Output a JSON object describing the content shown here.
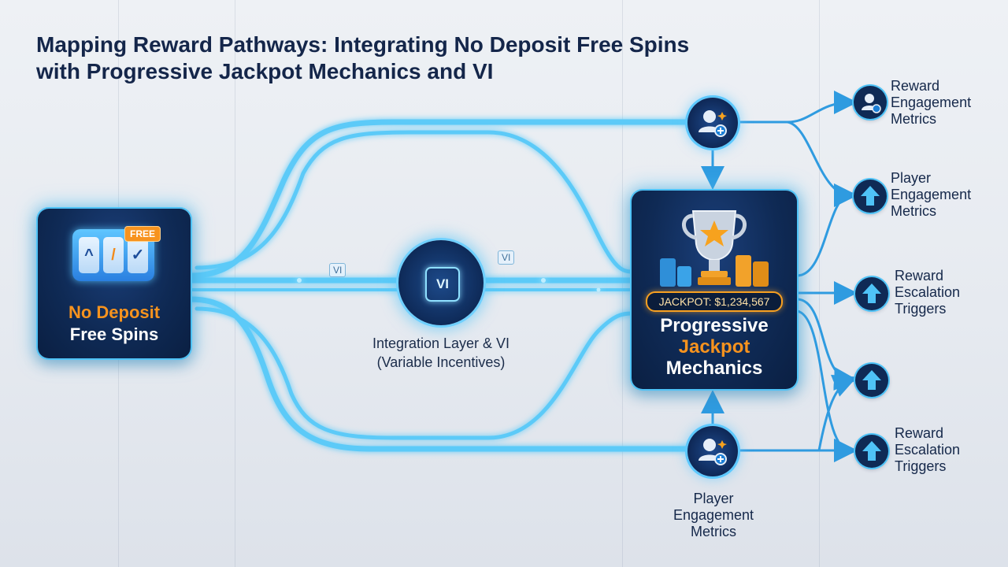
{
  "title": {
    "line1": "Mapping Reward Pathways: Integrating No Deposit Free Spins",
    "line2": "with Progressive Jackpot Mechanics and VI"
  },
  "source": {
    "badge": "FREE",
    "label_line1": "No Deposit",
    "label_line2": "Free Spins"
  },
  "integration": {
    "chip": "VI",
    "tags": [
      "VI",
      "VI",
      "VI"
    ],
    "caption_line1": "Integration Layer & VI",
    "caption_line2": "(Variable Incentives)"
  },
  "jackpot": {
    "badge": "JACKPOT: $1,234,567",
    "title_line1": "Progressive",
    "title_line2": "Jackpot",
    "title_line3": "Mechanics"
  },
  "bottom_node": {
    "caption_line1": "Player",
    "caption_line2": "Engagement",
    "caption_line3": "Metrics"
  },
  "outputs": [
    {
      "icon": "user-icon",
      "lines": [
        "Reward",
        "Engagement",
        "Metrics"
      ]
    },
    {
      "icon": "arrow-up-icon",
      "lines": [
        "Player",
        "Engagement",
        "Metrics"
      ]
    },
    {
      "icon": "arrow-up-icon",
      "lines": [
        "Reward",
        "Escalation",
        "Triggers"
      ]
    },
    {
      "icon": "arrow-up-icon",
      "lines": []
    },
    {
      "icon": "arrow-up-icon",
      "lines": [
        "Reward",
        "Escalation",
        "Triggers"
      ]
    }
  ],
  "colors": {
    "glow": "#4fc3f7",
    "accent_orange": "#f7931e",
    "card_navy": "#0f2a55",
    "title_navy": "#14264a"
  }
}
